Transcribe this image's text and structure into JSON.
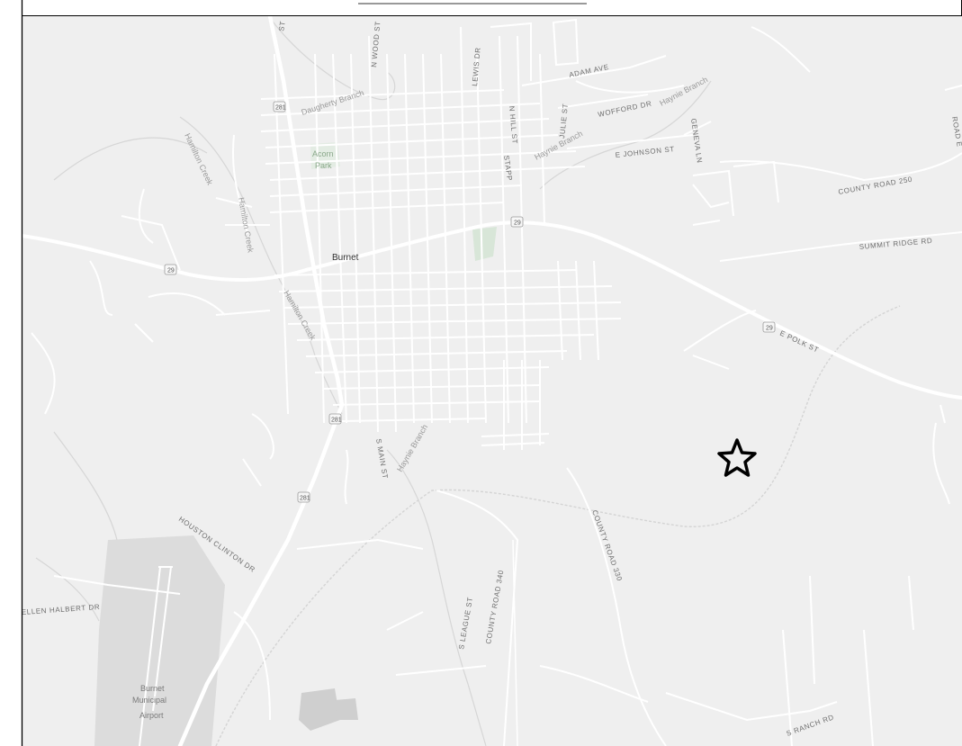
{
  "colors": {
    "background": "#efefef",
    "road": "#ffffff",
    "creek": "#d6d6d6",
    "airport": "#dcdcdc",
    "park": "#d8e6d8",
    "border": "#000000"
  },
  "town": {
    "name": "Burnet"
  },
  "parks": [
    {
      "name": "Acorn\nPark",
      "line1": "Acorn",
      "line2": "Park"
    }
  ],
  "airport": {
    "line1": "Burnet",
    "line2": "Municipal",
    "line3": "Airport"
  },
  "highway_shields": [
    "281",
    "29",
    "29",
    "29",
    "281",
    "281"
  ],
  "road_labels": [
    "ST",
    "N WOOD ST",
    "LEWIS DR",
    "ADAM AVE",
    "WOFFORD DR",
    "N HILL ST",
    "JULIE ST",
    "E JOHNSON ST",
    "GENEVA LN",
    "STAPP",
    "COUNTY ROAD 250",
    "ROAD E",
    "SUMMIT RIDGE RD",
    "E POLK ST",
    "S MAIN ST",
    "HOUSTON CLINTON DR",
    "ELLEN HALBERT DR",
    "S LEAGUE ST",
    "COUNTY ROAD 340",
    "COUNTY ROAD 330",
    "S RANCH RD"
  ],
  "water_labels": [
    "Daugherty Branch",
    "Hamilton Creek",
    "Hamilton Creek",
    "Haynie Branch",
    "Haynie Branch",
    "Hamilton Creek",
    "Haynie Branch"
  ],
  "marker": {
    "icon": "star-outline-icon"
  }
}
